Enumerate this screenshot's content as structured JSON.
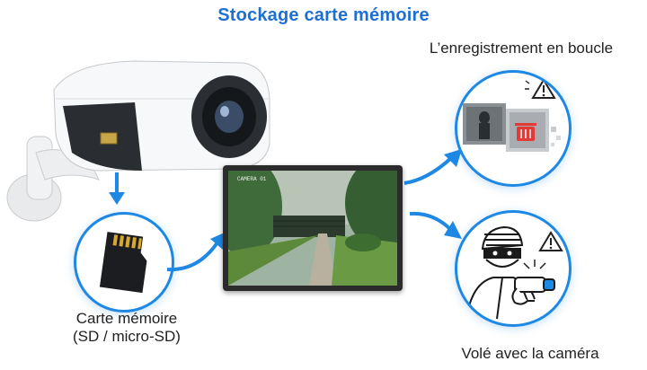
{
  "title": "Stockage carte mémoire",
  "loop": {
    "label": "L’enregistrement en boucle"
  },
  "card": {
    "label_line1": "Carte mémoire",
    "label_line2": "(SD / micro-SD)"
  },
  "stolen": {
    "label": "Volé avec la caméra"
  },
  "monitor": {
    "camera_label": "CAMERA 01"
  },
  "colors": {
    "accent": "#1e88e5",
    "title": "#1f6fd1",
    "warning": "#222222",
    "trash": "#e53935"
  },
  "icons": [
    "warning-icon",
    "trash-icon",
    "sd-card-icon",
    "arrow-icon"
  ]
}
